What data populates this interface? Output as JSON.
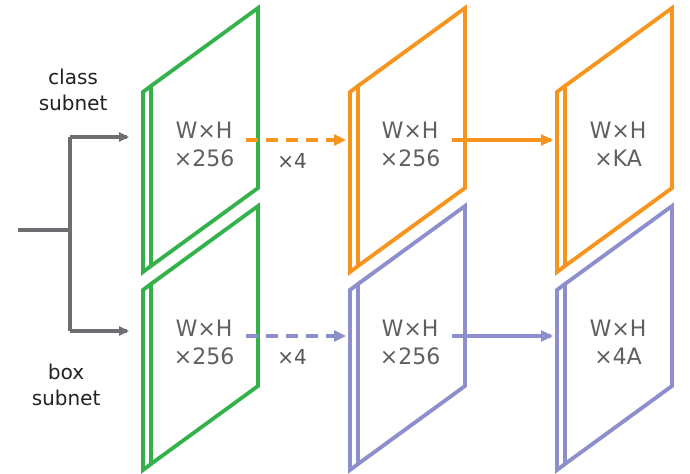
{
  "labels": {
    "class_subnet_line1": "class",
    "class_subnet_line2": "subnet",
    "box_subnet_line1": "box",
    "box_subnet_line2": "subnet"
  },
  "class_branch": {
    "input_line1": "W×H",
    "input_line2": "×256",
    "repeat": "×4",
    "hidden_line1": "W×H",
    "hidden_line2": "×256",
    "output_line1": "W×H",
    "output_line2": "×KA"
  },
  "box_branch": {
    "input_line1": "W×H",
    "input_line2": "×256",
    "repeat": "×4",
    "hidden_line1": "W×H",
    "hidden_line2": "×256",
    "output_line1": "W×H",
    "output_line2": "×4A"
  },
  "colors": {
    "green": "#33b14a",
    "orange": "#f7941d",
    "purple": "#8c8fcb",
    "connector": "#6d6e71"
  }
}
